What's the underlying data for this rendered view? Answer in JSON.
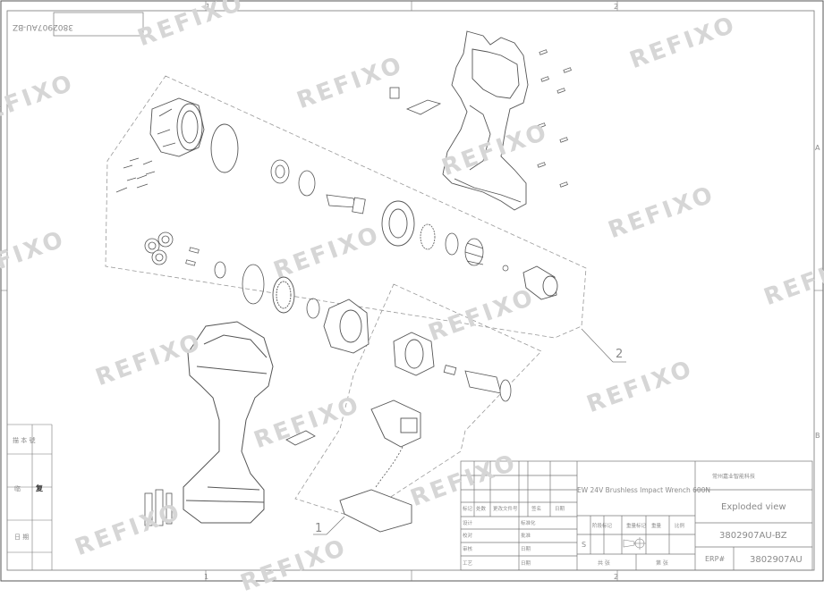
{
  "drawing": {
    "code_top": "3802907AU-BZ",
    "product_name": "EW 24V Brushless Impact Wrench 600N",
    "view_name": "Exploded view",
    "drawing_no": "3802907AU-BZ",
    "part_no": "3802907AU",
    "erp_label": "ERP#",
    "company": "常州嘉业智能科技"
  },
  "grid": {
    "col1": "1",
    "col2": "2",
    "row_a": "A",
    "row_b": "B"
  },
  "callouts": {
    "c1": "1",
    "c2": "2"
  },
  "side_table": {
    "r1": "描 本 號",
    "r2": "临",
    "r2b": "复",
    "r3": "日 期"
  },
  "title_block": {
    "h1": "标记",
    "h2": "处数",
    "h3": "更改文件号",
    "h4": "签名",
    "h5": "日期",
    "l1": "设计",
    "l2": "校对",
    "l3": "审核",
    "l4": "工艺",
    "m1": "标准化",
    "m2": "批准",
    "m3": "日期",
    "m4": "日期",
    "stage": "阶段标记",
    "weight": "重量标记",
    "mass": "重量",
    "scale": "比例",
    "s_mark": "S",
    "sheet": "共 张",
    "sheet2": "第 张"
  },
  "watermark": "REFIXO"
}
